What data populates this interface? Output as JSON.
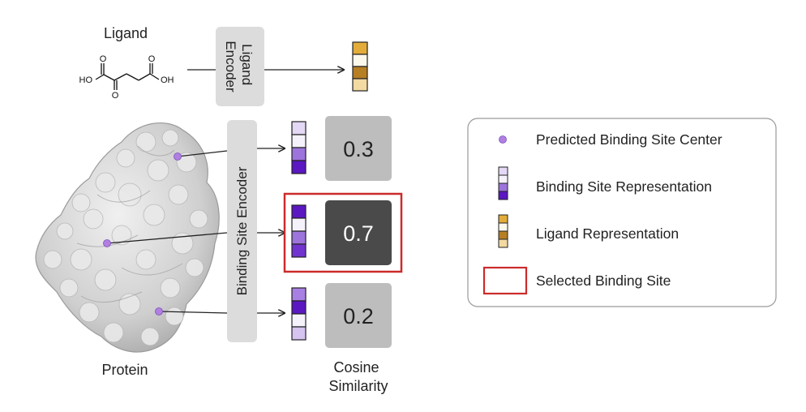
{
  "ligand_label": "Ligand",
  "protein_label": "Protein",
  "ligand_encoder_label": [
    "Ligand",
    "Encoder"
  ],
  "binding_site_encoder_label": "Binding Site Encoder",
  "cosine_similarity_label": [
    "Cosine",
    "Similarity"
  ],
  "molecule": {
    "ho_left": "HO",
    "oh_right": "OH",
    "oxygen": "O"
  },
  "scores": [
    "0.3",
    "0.7",
    "0.2"
  ],
  "selected_index": 1,
  "legend": {
    "items": [
      {
        "icon": "purple-dot-icon",
        "label": "Predicted Binding Site Center"
      },
      {
        "icon": "binding-site-vector-icon",
        "label": "Binding Site Representation"
      },
      {
        "icon": "ligand-vector-icon",
        "label": "Ligand Representation"
      },
      {
        "icon": "red-box-icon",
        "label": "Selected Binding Site"
      }
    ]
  },
  "colors": {
    "dot": "#b07fe0",
    "selection": "#cc2b2b",
    "encoder_box": "#dcdcdc",
    "score_dark": "#4a4a4a",
    "score_light": "#bdbdbd",
    "protein": "#d4d4d4",
    "binding_vectors": [
      [
        "#e3d8f5",
        "#f6f2fb",
        "#9d74dc",
        "#5a17c2"
      ],
      [
        "#5a17c2",
        "#f6f2fb",
        "#9d74dc",
        "#7134cf"
      ],
      [
        "#a880e3",
        "#5a17c2",
        "#f6f2fb",
        "#d5c3f0"
      ]
    ],
    "ligand_vector": [
      "#e3ac3a",
      "#fdf8ec",
      "#b77f23",
      "#f3d9a2"
    ]
  }
}
